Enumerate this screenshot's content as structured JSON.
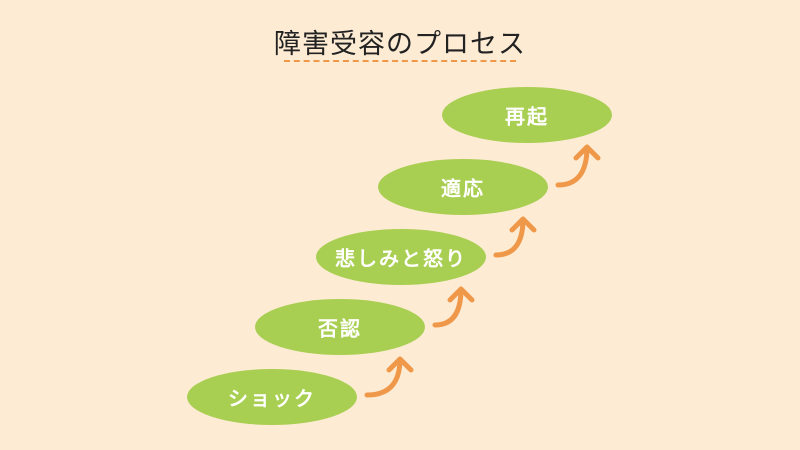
{
  "title": "障害受容のプロセス",
  "steps": [
    {
      "label": "ショック"
    },
    {
      "label": "否認"
    },
    {
      "label": "悲しみと怒り"
    },
    {
      "label": "適応"
    },
    {
      "label": "再起"
    }
  ],
  "colors": {
    "background": "#fdebd3",
    "ellipse": "#a9cf52",
    "arrow": "#f0984a"
  }
}
